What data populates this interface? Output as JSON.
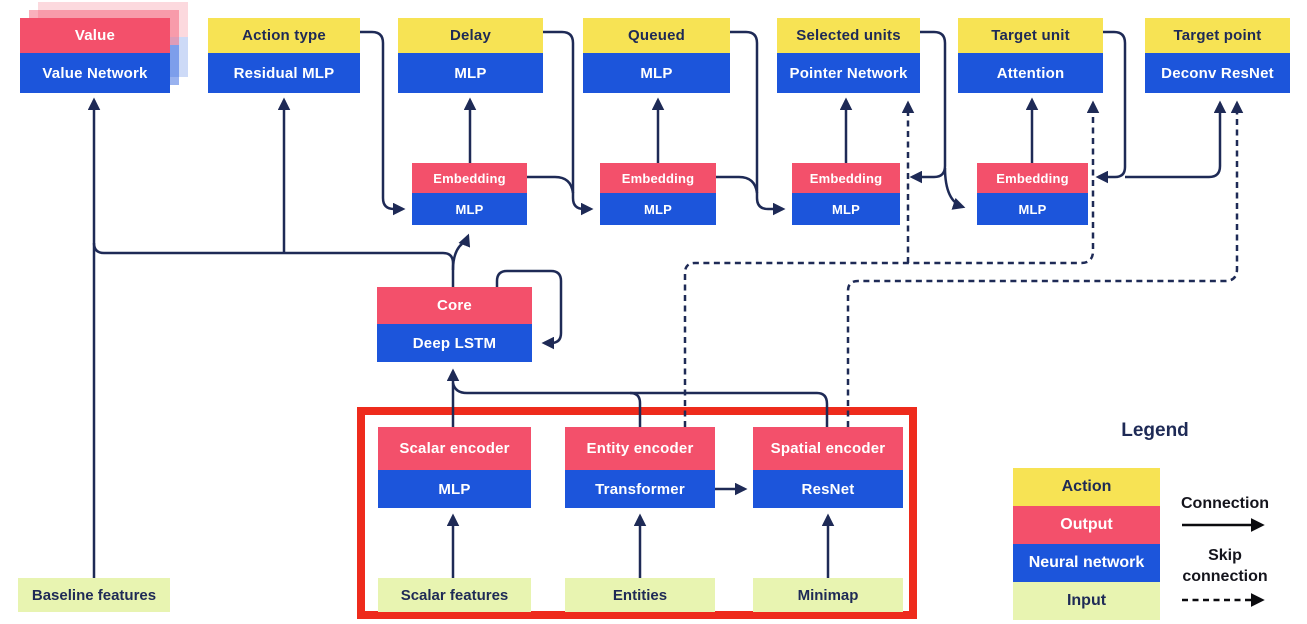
{
  "colors": {
    "action": "#F7E354",
    "output": "#F3506B",
    "neural_network": "#1C55DB",
    "input": "#E8F4B1",
    "line": "#1E2A56",
    "highlight_box": "#EE2B1C"
  },
  "heads": [
    {
      "label": "Value",
      "network": "Value Network"
    },
    {
      "label": "Action type",
      "network": "Residual MLP"
    },
    {
      "label": "Delay",
      "network": "MLP"
    },
    {
      "label": "Queued",
      "network": "MLP"
    },
    {
      "label": "Selected units",
      "network": "Pointer Network"
    },
    {
      "label": "Target unit",
      "network": "Attention"
    },
    {
      "label": "Target point",
      "network": "Deconv ResNet"
    }
  ],
  "embeddings": [
    {
      "label": "Embedding",
      "network": "MLP"
    },
    {
      "label": "Embedding",
      "network": "MLP"
    },
    {
      "label": "Embedding",
      "network": "MLP"
    },
    {
      "label": "Embedding",
      "network": "MLP"
    }
  ],
  "core": {
    "label": "Core",
    "network": "Deep LSTM"
  },
  "encoders": [
    {
      "label": "Scalar encoder",
      "network": "MLP"
    },
    {
      "label": "Entity encoder",
      "network": "Transformer"
    },
    {
      "label": "Spatial encoder",
      "network": "ResNet"
    }
  ],
  "inputs": {
    "baseline": "Baseline features",
    "scalar": "Scalar features",
    "entities": "Entities",
    "minimap": "Minimap"
  },
  "legend": {
    "title": "Legend",
    "items": [
      {
        "label": "Action"
      },
      {
        "label": "Output"
      },
      {
        "label": "Neural network"
      },
      {
        "label": "Input"
      }
    ],
    "connection": "Connection",
    "skip_connection": "Skip connection"
  }
}
